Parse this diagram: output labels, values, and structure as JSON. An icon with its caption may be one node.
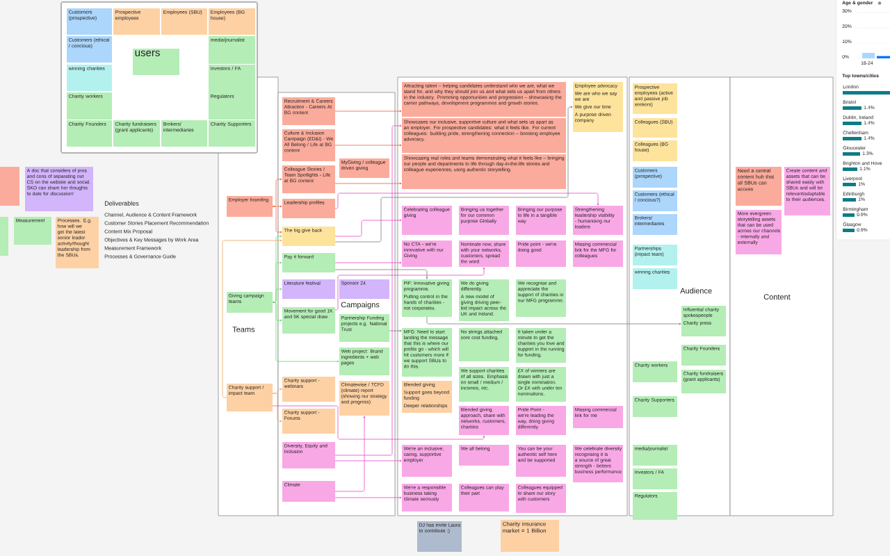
{
  "diagram": {
    "nodes": [
      {
        "text": [],
        "shape": "box"
      },
      {
        "text": [
          "Customers (prospective)"
        ],
        "in": 0
      },
      {
        "text": [
          "Prospective employees"
        ],
        "in": 0
      },
      {
        "text": [
          "Employees (SBU)"
        ],
        "in": 0
      },
      {
        "text": [
          "Employees (BG house)"
        ],
        "in": 0
      },
      {
        "text": [
          "Customers (ethical / concious)"
        ],
        "in": 0
      },
      {
        "text": [
          "users"
        ],
        "in": 0
      },
      {
        "text": [
          "media/journalist"
        ],
        "in": 0
      },
      {
        "text": [
          "winning charities"
        ],
        "in": 0
      },
      {
        "text": [
          "Investors / FA"
        ],
        "in": 0
      },
      {
        "text": [
          "Charity workers"
        ],
        "in": 0
      },
      {
        "text": [
          "Regulators"
        ],
        "in": 0
      },
      {
        "text": [
          "Charity Founders"
        ],
        "in": 0
      },
      {
        "text": [
          "Charity fundraisers (grant applicants)"
        ],
        "in": 0
      },
      {
        "text": [
          "Brokers/ intermediaries"
        ],
        "in": 0
      },
      {
        "text": [
          "Charity Supporters"
        ],
        "in": 0
      },
      {
        "text": [
          "Teams"
        ]
      },
      {
        "text": [
          "Campaigns"
        ]
      },
      {
        "text": [],
        "shape": "box"
      },
      {
        "text": [
          "Audience"
        ]
      },
      {
        "text": [
          "Content"
        ]
      },
      {
        "text": [
          "Employer branding"
        ],
        "in": 16
      },
      {
        "text": [
          "Giving campaign teams"
        ],
        "in": 16
      },
      {
        "text": [
          "Charity support / impact team"
        ],
        "in": 16
      },
      {
        "text": [
          "Recruitment & Careers Attraction - Careers At BG content"
        ],
        "in": 17
      },
      {
        "text": [
          "Culture & Inclusion Campaign (ED&I) - We All Belong / Life at BG content"
        ],
        "in": 17
      },
      {
        "text": [
          "Colleague Stories / Team Spotlights - Life at BG content"
        ],
        "in": 17
      },
      {
        "text": [
          "Leadership profiles"
        ],
        "in": 17
      },
      {
        "text": [
          "MyGiving / colleague driven giving"
        ],
        "in": 17
      },
      {
        "text": [
          "The big give back"
        ],
        "in": 17
      },
      {
        "text": [
          "Literature festival"
        ],
        "in": 17
      },
      {
        "text": [
          "Sponsor 24"
        ],
        "in": 17
      },
      {
        "text": [
          "Pay it forward"
        ],
        "in": 17
      },
      {
        "text": [
          "Movement for good 1K and 5K special draw"
        ],
        "in": 17
      },
      {
        "text": [
          "Partnership Funding projects e.g. National Trust"
        ],
        "in": 17
      },
      {
        "text": [
          "Web project: Brand ingredients + web pages"
        ],
        "in": 17
      },
      {
        "text": [
          "Charity support - webinars"
        ],
        "in": 17
      },
      {
        "text": [
          "Charity support - Forums"
        ],
        "in": 17
      },
      {
        "text": [
          "Climatewise / TCFD (climate) report (showing our strategy and progress)"
        ],
        "in": 17
      },
      {
        "text": [
          "Diversity, Equity and Inclusion"
        ],
        "in": 17
      },
      {
        "text": [
          "Climate"
        ],
        "in": 17
      },
      {
        "text": [
          "Attracting talent – helping candidates understand who we are, what we stand for, and why they should join us and what sets us apart from others in the industry. Promoting opportunities and progression – showcasing the career pathways, development programmes and growth stories."
        ],
        "in": 18
      },
      {
        "text": [
          "Showcases our inclusive, supportive culture and what sets us apart as an employer. For prospective candidates: what it feels like. For current colleagues: building pride, strengthening connection – boosting employee advocacy."
        ],
        "in": 18
      },
      {
        "text": [
          "Showcasing real roles and teams demonstrating what it feels like – bringing our people and departments to life through day-in-the-life stories and colleague experiences, using authentic storytelling."
        ],
        "in": 18
      },
      {
        "text": [
          "Employee advocacy",
          "We are who we say we are",
          "We give our time",
          "A purpose driven company"
        ],
        "in": 18
      },
      {
        "text": [
          "Strengthening leadership visibility - humanising our leaders"
        ],
        "in": 18
      },
      {
        "text": [
          "Celebrating colleague giving"
        ],
        "in": 18
      },
      {
        "text": [
          "Bringing us together for our common purpose Globally"
        ],
        "in": 18
      },
      {
        "text": [
          "Bringing our purpose to life in a tangible way"
        ],
        "in": 18
      },
      {
        "text": [
          "No CTA - we're innovative with our Giving"
        ],
        "in": 18
      },
      {
        "text": [
          "Nominate now, share with your networks, customers, spread the word"
        ],
        "in": 18
      },
      {
        "text": [
          "Pride point - we're doing good"
        ],
        "in": 18
      },
      {
        "text": [
          "Missing commercial link for the MFG for colleagues"
        ],
        "in": 18
      },
      {
        "text": [
          "PiF: Innovative giving programme.",
          "Putting control in the hands of charities - not corporates."
        ],
        "in": 18
      },
      {
        "text": [
          "We do giving differently.",
          "A new model of giving driving peer-led impact across the UK and Ireland."
        ],
        "in": 18
      },
      {
        "text": [
          "We recognise and appreciate the support of charities in our MFG programme."
        ],
        "in": 18
      },
      {
        "text": [
          "MFG: Need to start landing the message that this is where our profits go - which will hit customers more if we support SBUs to do this."
        ],
        "in": 18
      },
      {
        "text": [
          "No strings attached core cost funding."
        ],
        "in": 18
      },
      {
        "text": [
          "It taken under a minute to get the charities you love and support in the running for funding."
        ],
        "in": 18
      },
      {
        "text": [
          "We support charities of all sizes. Emphasis on small / medium / incomes, etc."
        ],
        "in": 18
      },
      {
        "text": [
          "£X of winners are drawn with just a single nomination. Or £X with under ten nominations."
        ],
        "in": 18
      },
      {
        "text": [
          "Blended giving",
          "Support goes beyond funding",
          "Deeper relationships"
        ],
        "in": 18
      },
      {
        "text": [
          "Blended giving approach, share with networks, customers, charities"
        ],
        "in": 18
      },
      {
        "text": [
          "Pride Point - we're leading the way, doing giving differently"
        ],
        "in": 18
      },
      {
        "text": [
          "Missing commercial link for me"
        ],
        "in": 18
      },
      {
        "text": [
          "We're an inclusive, caring, supportive employer"
        ],
        "in": 18
      },
      {
        "text": [
          "We all belong"
        ],
        "in": 18
      },
      {
        "text": [
          "You can be your authentic self here and be supported"
        ],
        "in": 18
      },
      {
        "text": [
          "We celebrate diversity recognising it is a source of great strength - betters business performance"
        ],
        "in": 18
      },
      {
        "text": [
          "We're a responsible business taking climate seriously"
        ],
        "in": 18
      },
      {
        "text": [
          "Colleagues can play their part"
        ],
        "in": 18
      },
      {
        "text": [
          "Colleagues equipped to share our story with customers"
        ],
        "in": 18
      },
      {
        "text": [
          "Prospective employees (active and passive job seekers)"
        ],
        "in": 19
      },
      {
        "text": [
          "Colleagues (SBU)"
        ],
        "in": 19
      },
      {
        "text": [
          "Colleagues (BG house)"
        ],
        "in": 19
      },
      {
        "text": [
          "Customers (prospective)"
        ],
        "in": 19
      },
      {
        "text": [
          "Customers (ethical / concious?)"
        ],
        "in": 19
      },
      {
        "text": [
          "Brokers/ intermediaries"
        ],
        "in": 19
      },
      {
        "text": [
          "Partnerships (impact team)"
        ],
        "in": 19
      },
      {
        "text": [
          "winning charities"
        ],
        "in": 19
      },
      {
        "text": [
          "Influential charity spokespeople",
          "Charity press"
        ],
        "in": 19
      },
      {
        "text": [
          "Charity Founders"
        ],
        "in": 19
      },
      {
        "text": [
          "Charity workers"
        ],
        "in": 19
      },
      {
        "text": [
          "Charity fundraisers (grant applicants)"
        ],
        "in": 19
      },
      {
        "text": [
          "Charity Supporters"
        ],
        "in": 19
      },
      {
        "text": [
          "media/journalist"
        ],
        "in": 19
      },
      {
        "text": [
          "Investors / FA"
        ],
        "in": 19
      },
      {
        "text": [
          "Regulators"
        ]
      },
      {
        "text": [
          "Need a central content hub that all SBUs can access"
        ],
        "in": 20
      },
      {
        "text": [
          "Create content and assets that can be shared easily with SBUs and will be relevant/adaptable to their audiences."
        ],
        "in": 20
      },
      {
        "text": [
          "More evergreen storytelling assets that can be used across our channels - internally and externally"
        ],
        "in": 20
      },
      {
        "text": [
          "DJ has invite Laura to contribute :)"
        ]
      },
      {
        "text": [
          "Charity insurance market = 1 Billion"
        ]
      },
      {
        "text": [],
        "shape": "box"
      },
      {
        "text": [
          "A doc that considers of pros and cons of separating out CS on the website and social. SKO can share her thoughts to date for discussion!"
        ]
      },
      {
        "text": [],
        "shape": "box"
      },
      {
        "text": [
          "Measurement"
        ]
      },
      {
        "text": [
          "Processes. E.g. how will we get the latest senior leader activity/thought leadership from the SBUs."
        ]
      }
    ],
    "edges": [
      {
        "from": 21,
        "to": 26,
        "arrow": "to",
        "color": "#e8603c"
      },
      {
        "from": 21,
        "to": 27,
        "arrow": "to",
        "color": "#e8603c"
      },
      {
        "from": 21,
        "to": 29,
        "arrow": "to",
        "color": "#e8603c"
      },
      {
        "from": 24,
        "to": 41,
        "arrow": "to",
        "color": "#e8603c"
      },
      {
        "from": 25,
        "to": 42,
        "arrow": "to",
        "color": "#e8603c"
      },
      {
        "from": 26,
        "to": 43,
        "arrow": "to",
        "color": "#e8603c"
      },
      {
        "from": 27,
        "to": 45,
        "arrow": "to"
      },
      {
        "from": 29,
        "to": 46,
        "arrow": "to"
      },
      {
        "from": 29,
        "to": 44,
        "arrow": "to",
        "color": "#7a7a7a"
      },
      {
        "from": 32,
        "to": 49,
        "arrow": "to"
      },
      {
        "from": 33,
        "to": 50,
        "arrow": "to"
      },
      {
        "from": 32,
        "to": 53,
        "arrow": "to",
        "color": "#7a7a7a"
      },
      {
        "from": 34,
        "to": 56,
        "arrow": "to",
        "color": "#7a7a7a"
      },
      {
        "from": 22,
        "to": 29,
        "arrow": "to",
        "color": "#6fd46f"
      },
      {
        "from": 22,
        "to": 30,
        "arrow": "to",
        "color": "#6fd46f"
      },
      {
        "from": 22,
        "to": 32,
        "arrow": "to",
        "color": "#6fd46f"
      },
      {
        "from": 22,
        "to": 33,
        "arrow": "to",
        "color": "#6fd46f"
      },
      {
        "from": 22,
        "to": 35,
        "arrow": "to",
        "color": "#6fd46f"
      },
      {
        "from": 23,
        "to": 29,
        "arrow": "to",
        "color": "#f5a25a"
      },
      {
        "from": 23,
        "to": 36,
        "arrow": "to",
        "color": "#f5a25a"
      },
      {
        "from": 23,
        "to": 37,
        "arrow": "to",
        "color": "#f5a25a"
      },
      {
        "from": 23,
        "to": 62,
        "arrow": "to"
      },
      {
        "from": 39,
        "to": 42,
        "arrow": "to"
      },
      {
        "from": 39,
        "to": 65,
        "arrow": "to"
      },
      {
        "from": 40,
        "to": 38,
        "arrow": "to"
      },
      {
        "from": 40,
        "to": 69,
        "arrow": "to"
      },
      {
        "from": 53,
        "to": 80,
        "arrow": "to",
        "color": "#7a7a7a"
      }
    ],
    "labels": [
      "Deliverables",
      "Channel, Audience & Content Framework",
      "Customer Stories Placement Recommendation",
      "Content Mix Proposal",
      "Objectives & Key Messages by Work Area",
      "Measurement Framework",
      "Processes & Governance Guide",
      "Age & gender",
      "30%",
      "20%",
      "10%",
      "0%",
      "18-24",
      "Top towns/cities",
      "London",
      "Bristol",
      "1.4%",
      "Dublin, Ireland",
      "1.4%",
      "Cheltenham",
      "1.4%",
      "Gloucester",
      "1.3%",
      "Brighton and Hove",
      "1.1%",
      "Liverpool",
      "1%",
      "Edinburgh",
      "1%",
      "Birmingham",
      "0.9%",
      "Glasgow",
      "0.9%"
    ]
  }
}
